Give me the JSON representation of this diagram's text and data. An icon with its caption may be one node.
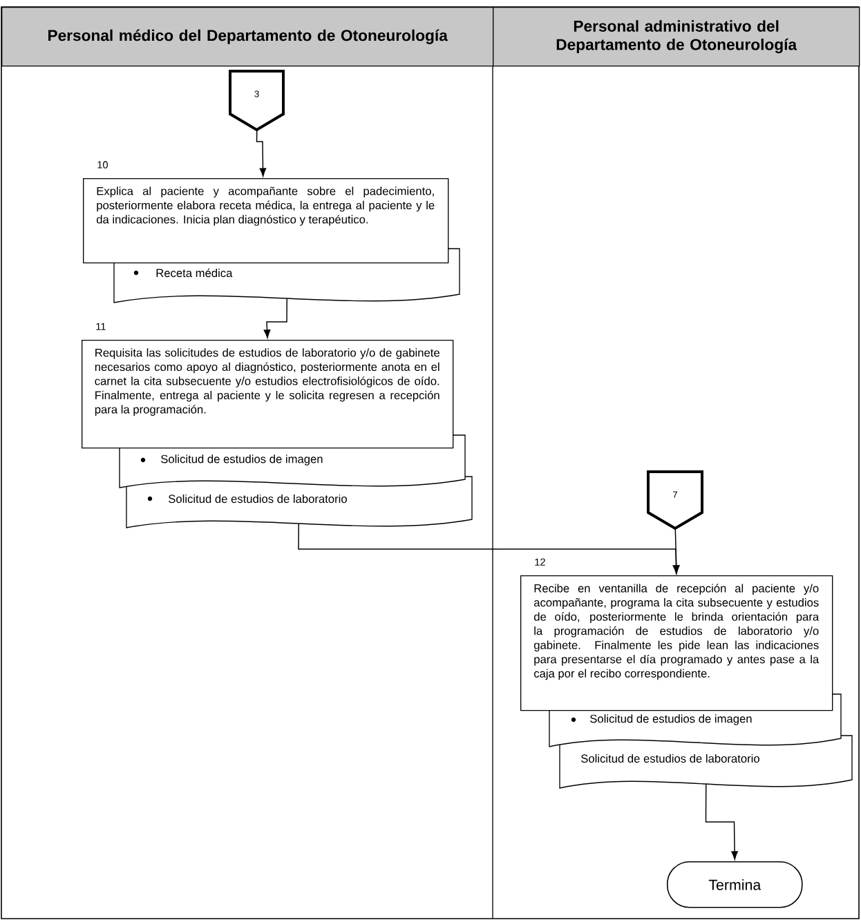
{
  "diagram": {
    "nodes": [
      {
        "text": [
          "Personal médico del Departamento de Otoneurología"
        ]
      },
      {
        "text": [
          "Personal administrativo del Departamento de Otoneurología"
        ]
      },
      {
        "text": [
          "3"
        ]
      },
      {
        "text": [
          "10",
          "Explica al paciente y acompañante sobre el padecimiento, posteriormente elabora receta médica, la entrega al paciente y le da indicaciones. Inicia plan diagnóstico y terapéutico."
        ]
      },
      {
        "text": [
          "Receta médica"
        ]
      },
      {
        "text": [
          "11",
          "Requisita las solicitudes de estudios de laboratorio y/o de gabinete necesarios como apoyo al diagnóstico, posteriormente anota en el carnet la cita subsecuente y/o estudios electrofisiológicos de oído. Finalmente, entrega al paciente y le solicita regresen a recepción para la programación."
        ]
      },
      {
        "text": [
          "Solicitud de estudios de imagen"
        ]
      },
      {
        "text": [
          "Solicitud de estudios de laboratorio"
        ]
      },
      {
        "text": [
          "7"
        ]
      },
      {
        "text": [
          "12",
          "Recibe en ventanilla de recepción al paciente y/o acompañante, programa la cita subsecuente y estudios de oído, posteriormente le brinda orientación para la programación de estudios de laboratorio y/o gabinete. Finalmente les pide lean las indicaciones para presentarse el día programado y antes pase a la caja por el recibo correspondiente."
        ]
      },
      {
        "text": [
          "Solicitud de estudios de imagen"
        ]
      },
      {
        "text": [
          "Solicitud de estudios de laboratorio"
        ]
      },
      {
        "text": [
          "Termina"
        ]
      }
    ],
    "edges": [
      {
        "from": 2,
        "to": 3,
        "arrow": "to"
      },
      {
        "from": 4,
        "to": 5,
        "arrow": "to"
      },
      {
        "from": 7,
        "to": 9,
        "arrow": "to"
      },
      {
        "from": 8,
        "to": 9,
        "arrow": "to"
      },
      {
        "from": 11,
        "to": 12,
        "arrow": "to"
      }
    ]
  }
}
